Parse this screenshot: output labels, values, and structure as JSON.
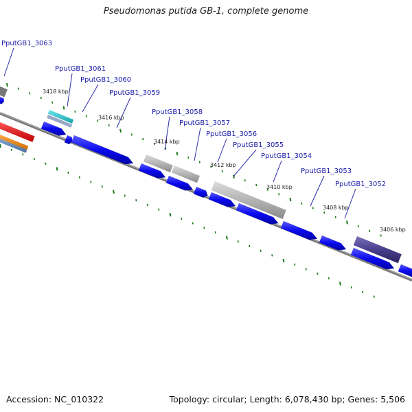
{
  "title": "Pseudomonas putida GB-1, complete genome",
  "footer": {
    "accession": "Accession: NC_010322",
    "topology": "Topology: circular; Length: 6,078,430 bp; Genes: 5,506"
  },
  "scale_labels": [
    "3418 kbp",
    "3416 kbp",
    "3414 kbp",
    "3412 kbp",
    "3410 kbp",
    "3408 kbp",
    "3406 kbp"
  ],
  "gene_labels": [
    "PputGB1_3063",
    "PputGB1_3061",
    "PputGB1_3060",
    "PputGB1_3059",
    "PputGB1_3058",
    "PputGB1_3057",
    "PputGB1_3056",
    "PputGB1_3055",
    "PputGB1_3054",
    "PputGB1_3053",
    "PputGB1_3052"
  ],
  "colors": {
    "forward_cds": "#0a0af0",
    "grey_feature": "#b4b4b4",
    "purple_feature": "#4a3f8c",
    "cyan_feature": "#22c4cc",
    "red_feature": "#f01010",
    "orange_feature": "#f08a10",
    "backbone": "#7a7a7a",
    "ticks": "#1a7a1a",
    "gene_label": "#1a1aa8"
  }
}
